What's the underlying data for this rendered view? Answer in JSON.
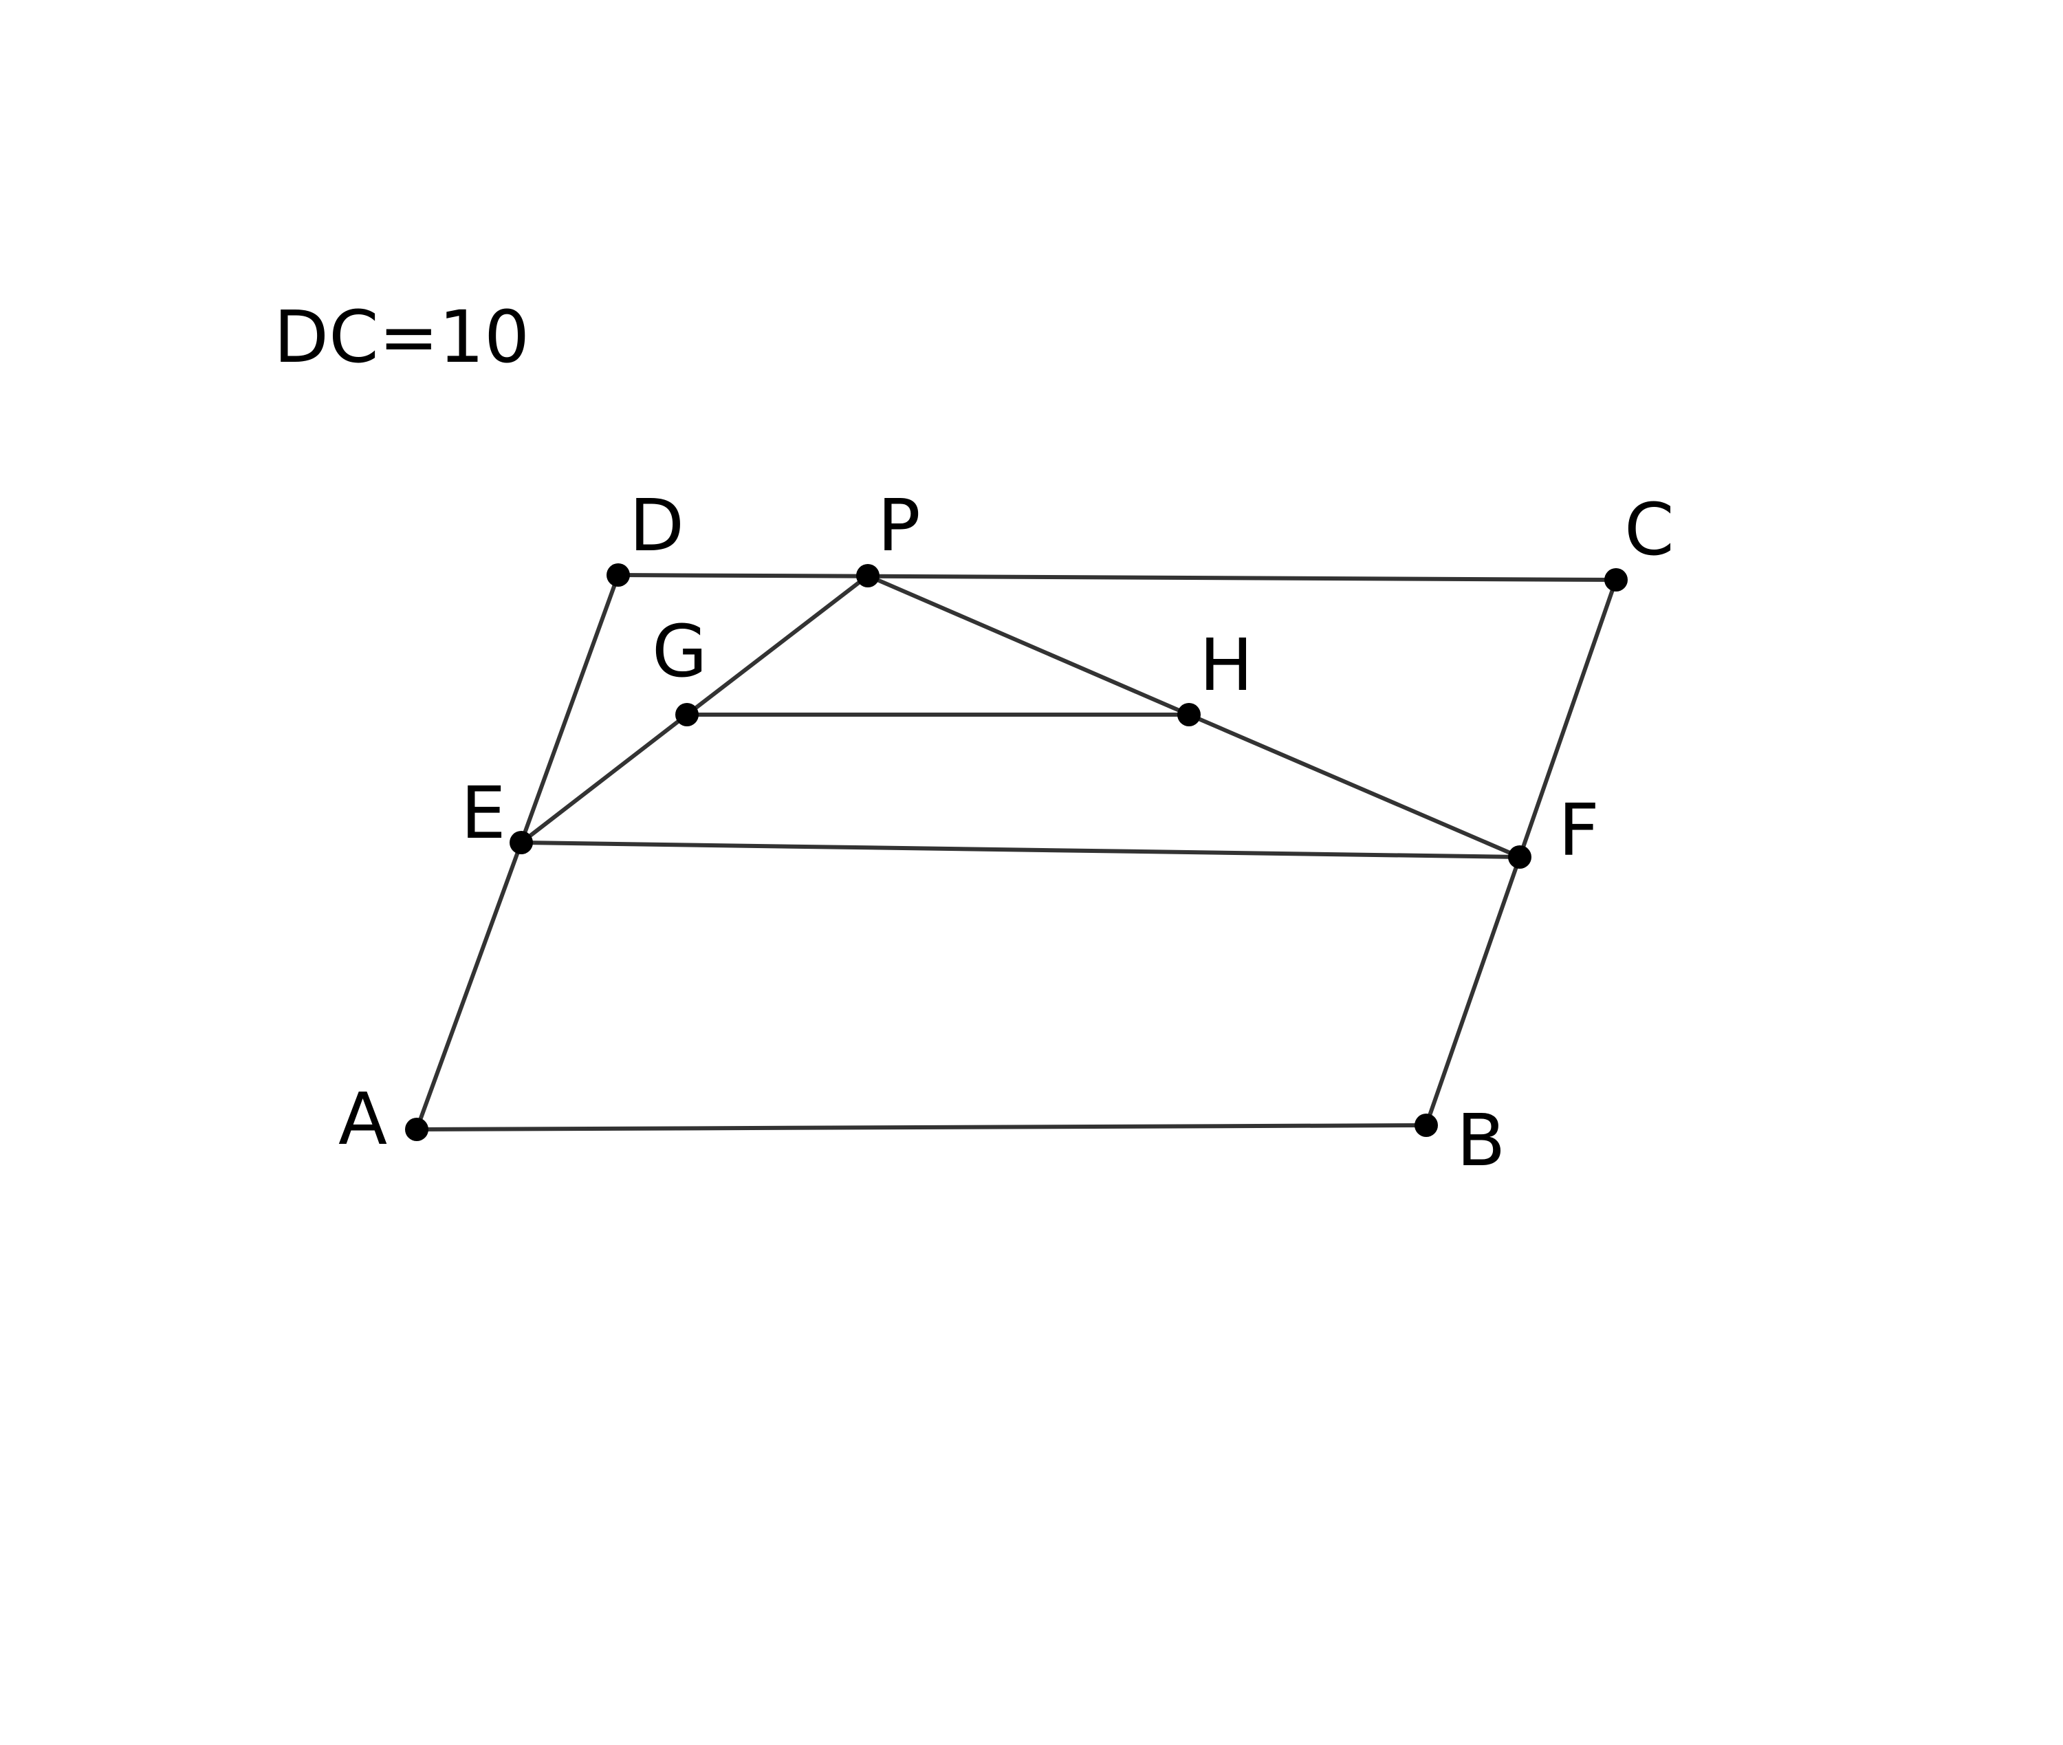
{
  "caption": "DC=10",
  "points": [
    {
      "id": "A",
      "label": "A"
    },
    {
      "id": "B",
      "label": "B"
    },
    {
      "id": "C",
      "label": "C"
    },
    {
      "id": "D",
      "label": "D"
    },
    {
      "id": "P",
      "label": "P"
    },
    {
      "id": "G",
      "label": "G"
    },
    {
      "id": "H",
      "label": "H"
    },
    {
      "id": "E",
      "label": "E"
    },
    {
      "id": "F",
      "label": "F"
    }
  ],
  "segments": [
    [
      "A",
      "B"
    ],
    [
      "B",
      "F"
    ],
    [
      "F",
      "C"
    ],
    [
      "C",
      "D"
    ],
    [
      "D",
      "E"
    ],
    [
      "E",
      "A"
    ],
    [
      "E",
      "F"
    ],
    [
      "E",
      "G"
    ],
    [
      "G",
      "P"
    ],
    [
      "P",
      "H"
    ],
    [
      "H",
      "F"
    ],
    [
      "G",
      "H"
    ]
  ],
  "colors": {
    "line": "#333333",
    "point": "#000000",
    "text": "#000000",
    "background": "#ffffff"
  }
}
